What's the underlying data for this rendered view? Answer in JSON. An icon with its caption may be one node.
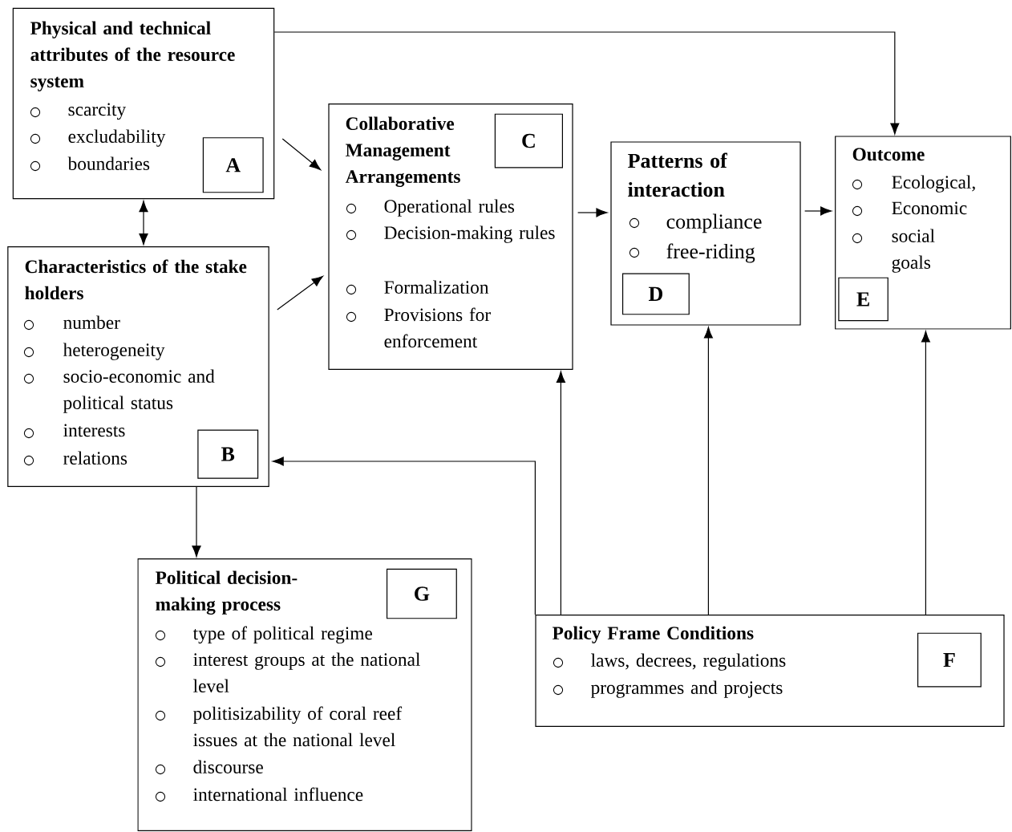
{
  "diagram": {
    "nodes": [
      {
        "text": [
          "Physical and technical attributes of the resource system",
          "scarcity",
          "excludability",
          "boundaries"
        ]
      },
      {
        "text": [
          "A"
        ],
        "in": 0
      },
      {
        "text": [
          "Characteristics of the stake holders",
          "number",
          "heterogeneity",
          "socio-economic and political status",
          "interests",
          "relations"
        ]
      },
      {
        "text": [
          "B"
        ],
        "in": 2
      },
      {
        "text": [
          "Collaborative Management Arrangements",
          "Operational rules",
          "Decision-making rules",
          "Formalization",
          "Provisions for enforcement"
        ]
      },
      {
        "text": [
          "C"
        ],
        "in": 4
      },
      {
        "text": [
          "Patterns of interaction",
          "compliance",
          "free-riding"
        ]
      },
      {
        "text": [
          "D"
        ],
        "in": 6
      },
      {
        "text": [
          "Outcome",
          "Ecological,",
          "Economic",
          "social goals"
        ]
      },
      {
        "text": [
          "E"
        ],
        "in": 8
      },
      {
        "text": [
          "Political decision-making process",
          "type of political regime",
          "interest groups at the national level",
          "politisizability of coral reef issues at the national level",
          "discourse",
          "international influence"
        ]
      },
      {
        "text": [
          "G"
        ],
        "in": 10
      },
      {
        "text": [
          "Policy Frame Conditions",
          "laws, decrees, regulations",
          "programmes and projects"
        ]
      },
      {
        "text": [
          "F"
        ],
        "in": 12
      }
    ],
    "edges": [
      {
        "from": 0,
        "to": 8,
        "arrow": "to"
      },
      {
        "from": 0,
        "to": 4,
        "arrow": "to"
      },
      {
        "from": 0,
        "to": 2,
        "arrow": "both"
      },
      {
        "from": 2,
        "to": 4,
        "arrow": "to"
      },
      {
        "from": 4,
        "to": 6,
        "arrow": "to"
      },
      {
        "from": 6,
        "to": 8,
        "arrow": "to"
      },
      {
        "from": 2,
        "to": 10,
        "arrow": "to"
      },
      {
        "from": 12,
        "to": 2,
        "arrow": "to"
      },
      {
        "from": 12,
        "to": 4,
        "arrow": "to"
      },
      {
        "from": 12,
        "to": 6,
        "arrow": "to"
      },
      {
        "from": 12,
        "to": 8,
        "arrow": "to"
      }
    ]
  }
}
